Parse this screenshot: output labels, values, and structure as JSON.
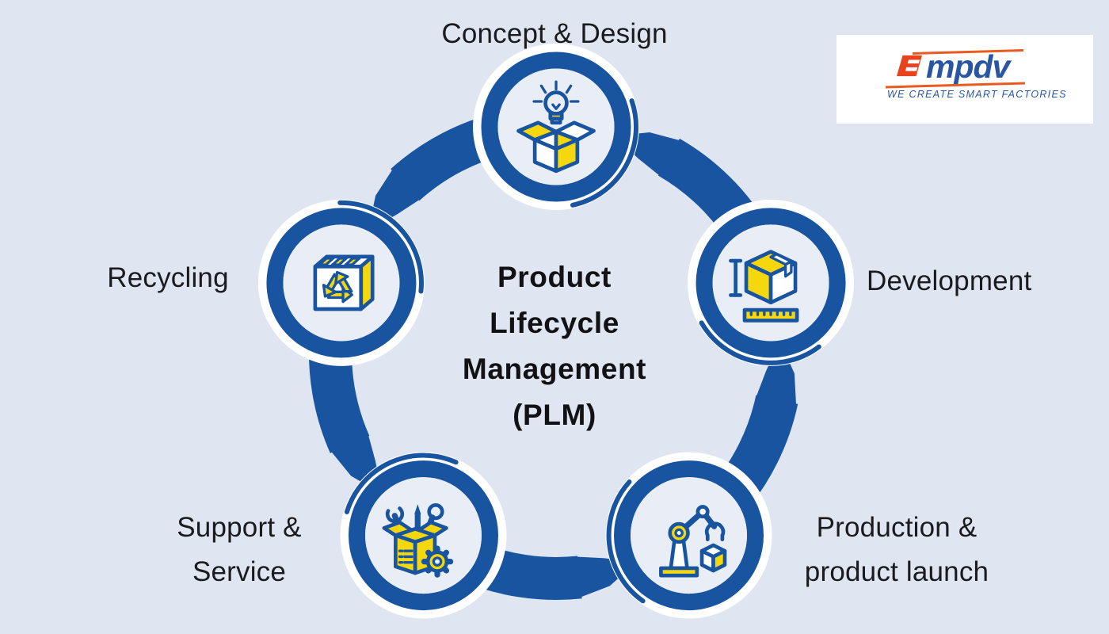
{
  "colors": {
    "background": "#dfe5f1",
    "primary_blue": "#1854a0",
    "accent_yellow": "#f5d70e",
    "inner_circle": "#e9edf6",
    "text": "#1b1b1d",
    "logo_red": "#e8431c",
    "logo_orange": "#ea5a1f",
    "logo_blue": "#2a55a3"
  },
  "diagram": {
    "center_title": {
      "line1": "Product",
      "line2": "Lifecycle",
      "line3": "Management",
      "line4": "(PLM)"
    },
    "nodes": [
      {
        "id": "concept-design",
        "angle": 270,
        "icon": "idea-lightbulb-open-box-icon",
        "label_line1": "Concept & Design",
        "label_line2": ""
      },
      {
        "id": "development",
        "angle": 342,
        "icon": "package-measurement-ruler-icon",
        "label_line1": "Development",
        "label_line2": ""
      },
      {
        "id": "production-launch",
        "angle": 54,
        "icon": "robot-arm-box-icon",
        "label_line1": "Production &",
        "label_line2": "product launch"
      },
      {
        "id": "support-service",
        "angle": 126,
        "icon": "toolbox-gear-icon",
        "label_line1": "Support &",
        "label_line2": "Service"
      },
      {
        "id": "recycling",
        "angle": 198,
        "icon": "recycling-box-icon",
        "label_line1": "Recycling",
        "label_line2": ""
      }
    ]
  },
  "logo": {
    "wordmark": "mpdv",
    "tagline": "WE CREATE SMART FACTORIES"
  }
}
